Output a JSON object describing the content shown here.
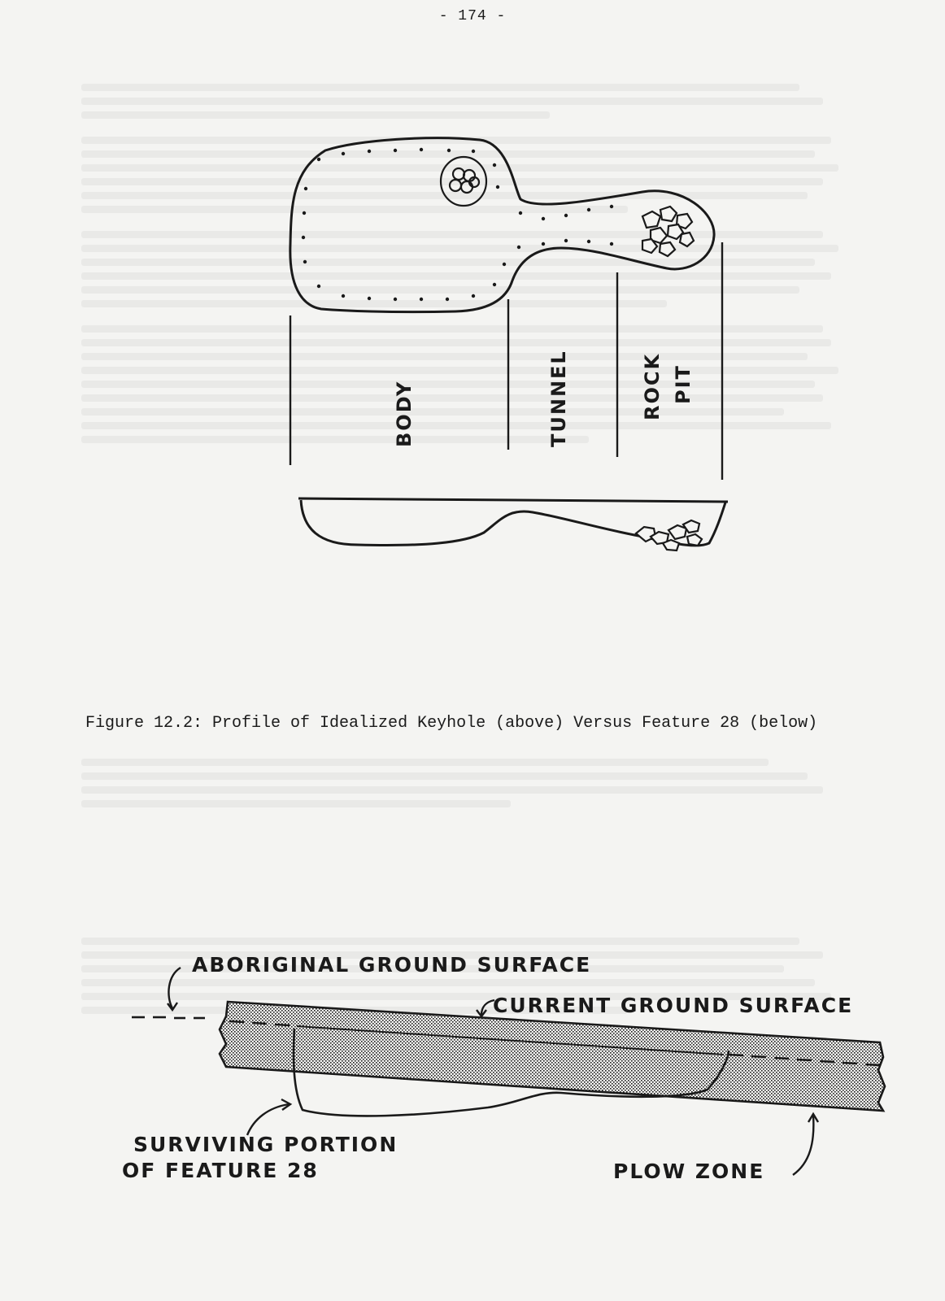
{
  "page_number": "- 174 -",
  "keyhole_labels": {
    "body": "BODY",
    "tunnel": "TUNNEL",
    "rock": "ROCK",
    "pit": "PIT"
  },
  "caption": "Figure 12.2:  Profile of Idealized Keyhole (above) Versus Feature 28 (below)",
  "profile_labels": {
    "aboriginal_ground_surface": "ABORIGINAL  GROUND  SURFACE",
    "current_ground_surface": "CURRENT  GROUND  SURFACE",
    "surviving_portion_line1": "SURVIVING  PORTION",
    "surviving_portion_line2": "OF  FEATURE  28",
    "plow_zone": "PLOW  ZONE"
  }
}
